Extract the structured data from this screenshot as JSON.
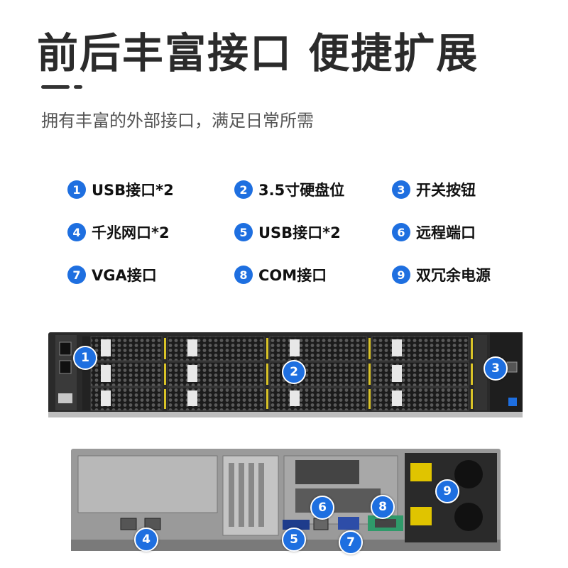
{
  "title": "前后丰富接口 便捷扩展",
  "subtitle": "拥有丰富的外部接口，满足日常所需",
  "accent_color": "#1e6fe0",
  "legend": [
    {
      "num": "1",
      "label": "USB接口*2"
    },
    {
      "num": "2",
      "label": "3.5寸硬盘位"
    },
    {
      "num": "3",
      "label": "开关按钮"
    },
    {
      "num": "4",
      "label": "千兆网口*2"
    },
    {
      "num": "5",
      "label": "USB接口*2"
    },
    {
      "num": "6",
      "label": "远程端口"
    },
    {
      "num": "7",
      "label": "VGA接口"
    },
    {
      "num": "8",
      "label": "COM接口"
    },
    {
      "num": "9",
      "label": "双冗余电源"
    }
  ],
  "callouts": [
    "1",
    "2",
    "3",
    "4",
    "5",
    "6",
    "7",
    "8",
    "9"
  ]
}
